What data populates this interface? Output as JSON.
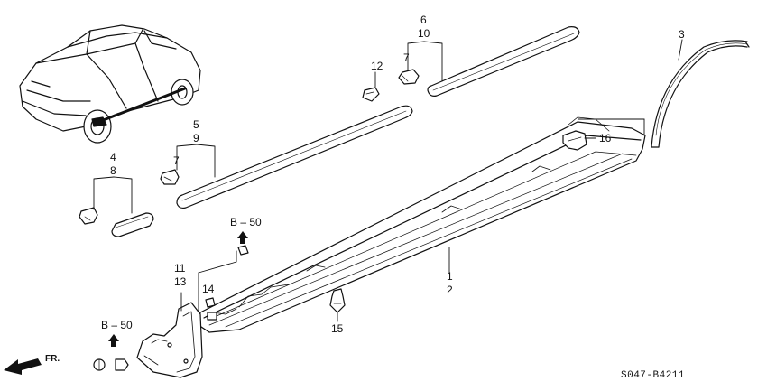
{
  "diagram": {
    "code": "S047-B4211",
    "front_label": "FR.",
    "ref_top": "B – 50",
    "ref_bottom": "B – 50",
    "callouts": {
      "n1": "1",
      "n2": "2",
      "n3": "3",
      "n4": "4",
      "n5": "5",
      "n6": "6",
      "n7a": "7",
      "n7b": "7",
      "n8": "8",
      "n9": "9",
      "n10": "10",
      "n11": "11",
      "n12": "12",
      "n13": "13",
      "n14": "14",
      "n15": "15",
      "n16": "16"
    }
  }
}
